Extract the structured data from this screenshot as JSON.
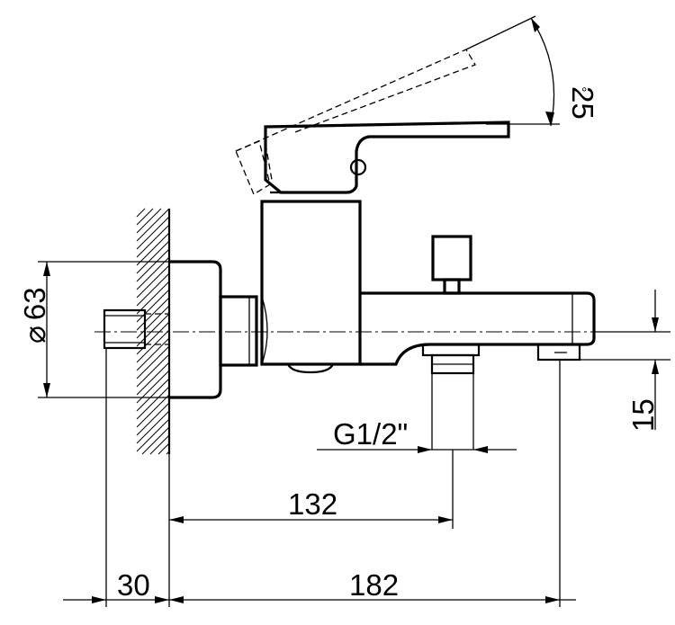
{
  "dimensions": {
    "angle": "25",
    "angle_unit": "°",
    "diameter_symbol": "⌀",
    "diameter": "63",
    "thread": "G1/2\"",
    "outlet_distance": "132",
    "offset_15": "15",
    "wall_depth": "30",
    "total_projection": "182"
  }
}
